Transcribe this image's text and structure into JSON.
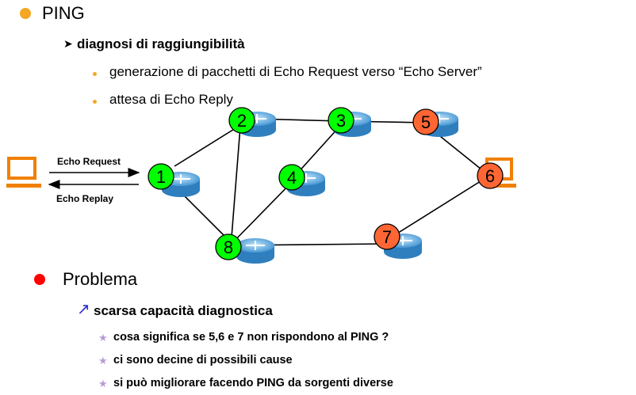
{
  "colors": {
    "orange_bullet": "#f5a623",
    "red_bullet": "#ff0000",
    "blue_arrow": "#2d2dd2",
    "star": "#b79ad8",
    "node_green": "#00ff00",
    "node_red": "#ff6633",
    "host_orange": "#f08000",
    "router_blue": "#4fa3dc"
  },
  "bullets": {
    "ping": "PING",
    "diagnosi": "diagnosi di raggiungibilità",
    "gen": "generazione di pacchetti di Echo Request verso “Echo Server”",
    "attesa": "attesa di Echo Reply",
    "problema": "Problema",
    "scarsa": "scarsa capacità diagnostica",
    "q1": "cosa significa se 5,6 e 7 non rispondono al PING ?",
    "q2": "ci sono decine di possibili cause",
    "q3": "si può migliorare facendo PING da sorgenti diverse"
  },
  "diagram": {
    "echo_request": "Echo Request",
    "echo_replay": "Echo Replay",
    "nodes": [
      {
        "id": "1",
        "status": "green"
      },
      {
        "id": "2",
        "status": "green"
      },
      {
        "id": "3",
        "status": "green"
      },
      {
        "id": "4",
        "status": "green"
      },
      {
        "id": "5",
        "status": "red"
      },
      {
        "id": "6",
        "status": "red"
      },
      {
        "id": "7",
        "status": "red"
      },
      {
        "id": "8",
        "status": "green"
      }
    ],
    "links": [
      [
        "1",
        "2"
      ],
      [
        "1",
        "8"
      ],
      [
        "2",
        "3"
      ],
      [
        "2",
        "8"
      ],
      [
        "3",
        "5"
      ],
      [
        "3",
        "4"
      ],
      [
        "4",
        "8"
      ],
      [
        "5",
        "6"
      ],
      [
        "6",
        "7"
      ],
      [
        "7",
        "8"
      ]
    ]
  }
}
